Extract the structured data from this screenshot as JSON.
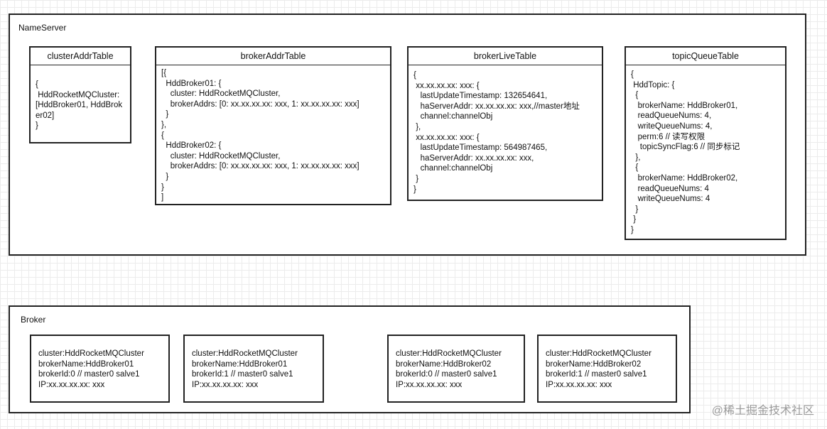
{
  "nameserver": {
    "label": "NameServer",
    "tables": [
      {
        "title": "clusterAddrTable",
        "body": "{\n HddRocketMQCluster: [HddBroker01, HddBroker02]\n}"
      },
      {
        "title": "brokerAddrTable",
        "body": "[{\n  HddBroker01: {\n    cluster: HddRocketMQCluster,\n    brokerAddrs: [0: xx.xx.xx.xx: xxx, 1: xx.xx.xx.xx: xxx]\n  }\n},\n{\n  HddBroker02: {\n    cluster: HddRocketMQCluster,\n    brokerAddrs: [0: xx.xx.xx.xx: xxx, 1: xx.xx.xx.xx: xxx]\n  }\n}\n]"
      },
      {
        "title": "brokerLiveTable",
        "body": "{\n xx.xx.xx.xx: xxx: {\n   lastUpdateTimestamp: 132654641,\n   haServerAddr: xx.xx.xx.xx: xxx,//master地址\n   channel:channelObj\n },\n xx.xx.xx.xx: xxx: {\n   lastUpdateTimestamp: 564987465,\n   haServerAddr: xx.xx.xx.xx: xxx,\n   channel:channelObj\n }\n}"
      },
      {
        "title": "topicQueueTable",
        "body": "{\n HddTopic: {\n  {\n   brokerName: HddBroker01,\n   readQueueNums: 4,\n   writeQueueNums: 4,\n   perm:6 // 读写权限\n    topicSyncFlag:6 // 同步标记\n  },\n  {\n   brokerName: HddBroker02,\n   readQueueNums: 4\n   writeQueueNums: 4\n  }\n }\n}"
      }
    ]
  },
  "broker": {
    "label": "Broker",
    "cards": [
      [
        "cluster:HddRocketMQCluster",
        "brokerName:HddBroker01",
        "brokerId:0 // master0 salve1",
        "IP:xx.xx.xx.xx: xxx"
      ],
      [
        "cluster:HddRocketMQCluster",
        "brokerName:HddBroker01",
        "brokerId:1 // master0 salve1",
        "IP:xx.xx.xx.xx: xxx"
      ],
      [
        "cluster:HddRocketMQCluster",
        "brokerName:HddBroker02",
        "brokerId:0 // master0 salve1",
        "IP:xx.xx.xx.xx: xxx"
      ],
      [
        "cluster:HddRocketMQCluster",
        "brokerName:HddBroker02",
        "brokerId:1 // master0 salve1",
        "IP:xx.xx.xx.xx: xxx"
      ]
    ]
  },
  "watermark": "@稀土掘金技术社区"
}
